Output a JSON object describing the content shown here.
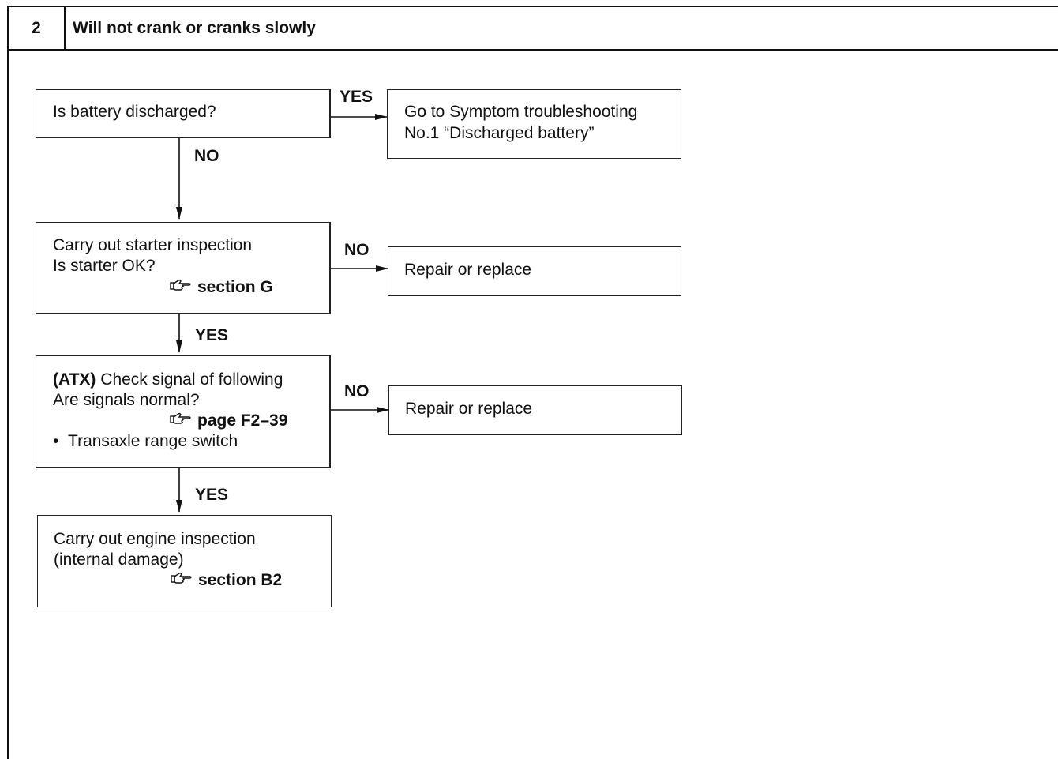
{
  "header": {
    "number": "2",
    "title": "Will not crank or cranks slowly"
  },
  "flow": {
    "step1": {
      "question": "Is battery discharged?",
      "yes_label": "YES",
      "no_label": "NO",
      "yes_result": [
        "Go to Symptom troubleshooting",
        "No.1 “Discharged battery”"
      ]
    },
    "step2": {
      "line1": "Carry out starter inspection",
      "line2": "Is starter OK?",
      "ref_text": "section G",
      "ref_icon": "pointing-hand-icon",
      "no_label": "NO",
      "yes_label": "YES",
      "no_result": "Repair or replace"
    },
    "step3": {
      "prefix": "(ATX)",
      "line1_rest": " Check signal of following",
      "line2": "Are signals normal?",
      "ref_text": "page F2–39",
      "ref_icon": "pointing-hand-icon",
      "bullet": "Transaxle range switch",
      "no_label": "NO",
      "yes_label": "YES",
      "no_result": "Repair or replace"
    },
    "step4": {
      "line1": "Carry out engine inspection",
      "line2": "(internal damage)",
      "ref_text": "section B2",
      "ref_icon": "pointing-hand-icon"
    }
  }
}
